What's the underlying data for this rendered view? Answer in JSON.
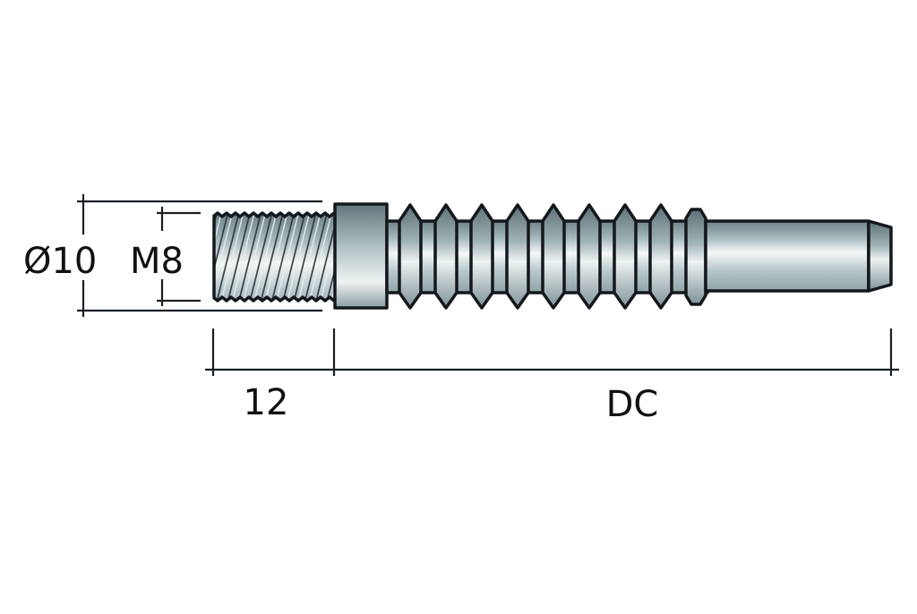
{
  "drawing": {
    "subject": "threaded pin with ribbed shank",
    "labels": {
      "outer_diameter": "Ø10",
      "thread": "M8",
      "thread_length": "12",
      "shank_length": "DC"
    },
    "colors": {
      "background": "#ffffff",
      "outline": "#14181c",
      "dimension_line": "#1a1f24",
      "metal_dark": "#6f8389",
      "metal_mid": "#a9bcc0",
      "metal_light": "#f4f7f7"
    },
    "rib_count": 9
  }
}
